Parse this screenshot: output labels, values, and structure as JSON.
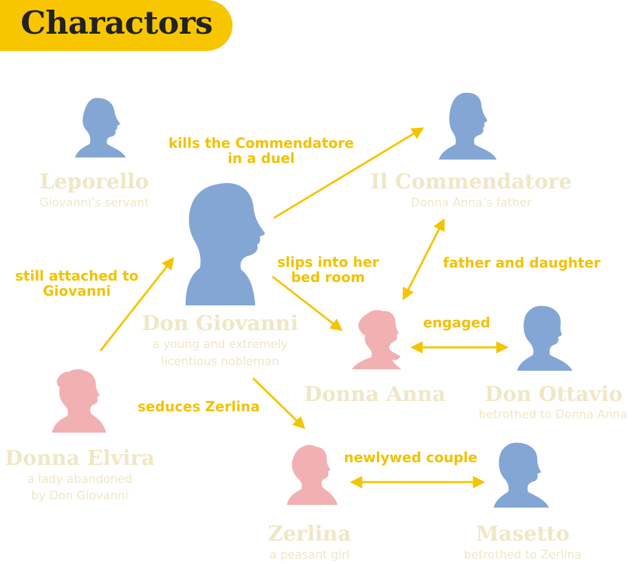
{
  "title": "Charactors",
  "colors": {
    "accent": "#f7c600",
    "edge": "#f5c400",
    "male": "#84a6d4",
    "female": "#f1b1b3",
    "name_text": "#efe7c6"
  },
  "characters": {
    "leporello": {
      "name": "Leporello",
      "desc": "Giovanni’s servant",
      "icon": "male-silhouette-icon"
    },
    "commendatore": {
      "name": "Il Commendatore",
      "desc": "Donna Anna’s father",
      "icon": "male-silhouette-icon"
    },
    "giovanni": {
      "name": "Don Giovanni",
      "desc_1": "a young and extremely",
      "desc_2": "licentious nobleman",
      "icon": "male-silhouette-icon"
    },
    "anna": {
      "name": "Donna Anna",
      "icon": "female-silhouette-icon"
    },
    "ottavio": {
      "name": "Don Ottavio",
      "desc": "betrothed to Donna Anna",
      "icon": "male-silhouette-icon"
    },
    "elvira": {
      "name": "Donna Elvira",
      "desc_1": "a lady abandoned",
      "desc_2": "by Don Giovanni",
      "icon": "female-silhouette-icon"
    },
    "zerlina": {
      "name": "Zerlina",
      "desc": "a peasant girl",
      "icon": "female-silhouette-icon"
    },
    "masetto": {
      "name": "Masetto",
      "desc": "betrothed to Zerlina",
      "icon": "male-silhouette-icon"
    }
  },
  "relations": {
    "kills": {
      "line1": "kills the Commendatore",
      "line2": "in a duel"
    },
    "slips": {
      "line1": "slips into her",
      "line2": "bed room"
    },
    "father": {
      "line1": "father and daughter"
    },
    "engaged": {
      "line1": "engaged"
    },
    "attached": {
      "line1": "still attached to",
      "line2": "Giovanni"
    },
    "seduces": {
      "line1": "seduces Zerlina"
    },
    "newlywed": {
      "line1": "newlywed couple"
    }
  }
}
